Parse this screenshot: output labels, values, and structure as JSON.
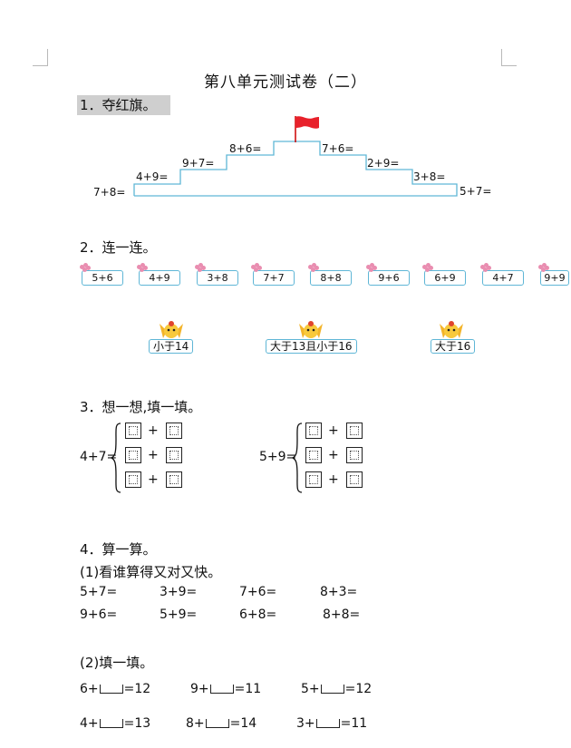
{
  "title": "第八单元测试卷（二）",
  "section1": {
    "heading": "1．夺红旗。",
    "steps": [
      "7+8=",
      "4+9=",
      "9+7=",
      "8+6=",
      "7+6=",
      "2+9=",
      "3+8=",
      "5+7="
    ],
    "flag_color": "#e8212b"
  },
  "section2": {
    "heading": "2．连一连。",
    "flowers": [
      "5+6",
      "4+9",
      "3+8",
      "7+7",
      "8+8",
      "9+6",
      "6+9",
      "4+7",
      "9+9"
    ],
    "birds": [
      "小于14",
      "大于13且小于16",
      "大于16"
    ]
  },
  "section3": {
    "heading": "3．想一想,填一填。",
    "left": "4+7=",
    "right": "5+9=",
    "plus": "+"
  },
  "section4": {
    "heading": "4．算一算。",
    "part1": {
      "heading": "(1)看谁算得又对又快。",
      "rows": [
        [
          "5+7=",
          "3+9=",
          "7+6=",
          "8+3="
        ],
        [
          "9+6=",
          "5+9=",
          "6+8=",
          "8+8="
        ]
      ]
    },
    "part2": {
      "heading": "(2)填一填。",
      "rows": [
        [
          [
            "6+",
            "=12"
          ],
          [
            "9+",
            "=11"
          ],
          [
            "5+",
            "=12"
          ]
        ],
        [
          [
            "4+",
            "=13"
          ],
          [
            "8+",
            "=14"
          ],
          [
            "3+",
            "=11"
          ]
        ]
      ]
    }
  },
  "colors": {
    "accent": "#5fb6d6",
    "highlight": "#cfcfcf"
  }
}
